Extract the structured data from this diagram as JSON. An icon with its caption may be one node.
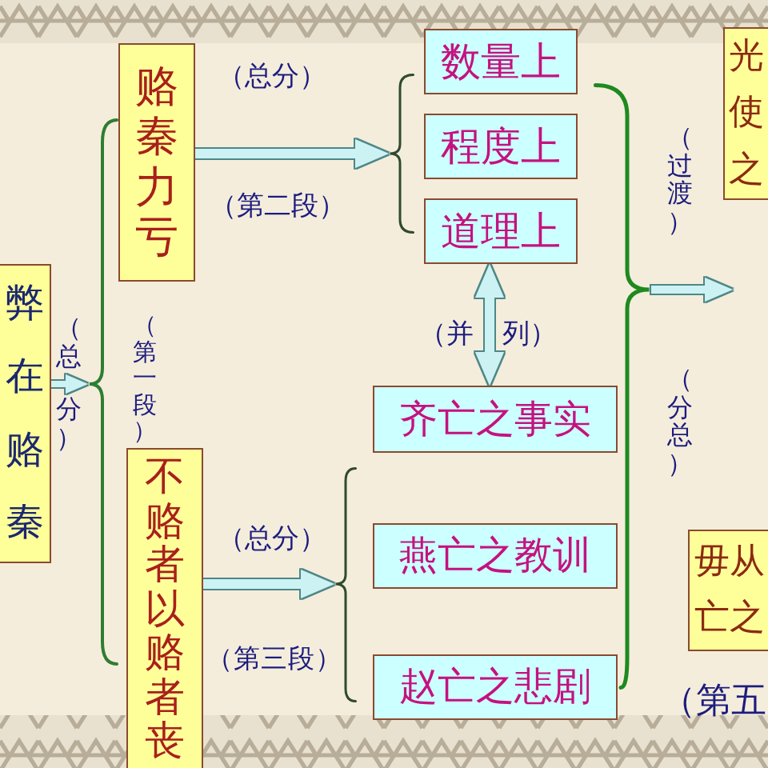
{
  "diagram": {
    "nodes": [
      {
        "text": [
          "弊在赂秦"
        ]
      },
      {
        "text": [],
        "shape": "brace"
      },
      {
        "text": [
          "赂秦力亏"
        ]
      },
      {
        "text": [
          "不赂者以赂者丧"
        ]
      },
      {
        "text": [],
        "shape": "brace"
      },
      {
        "text": [],
        "shape": "brace"
      },
      {
        "text": [
          "数量上"
        ]
      },
      {
        "text": [
          "程度上"
        ]
      },
      {
        "text": [
          "道理上"
        ]
      },
      {
        "text": [
          "齐亡之事实"
        ]
      },
      {
        "text": [
          "燕亡之教训"
        ]
      },
      {
        "text": [
          "赵亡之悲剧"
        ]
      },
      {
        "text": [],
        "shape": "brace"
      },
      {
        "text": [
          "光使之"
        ]
      },
      {
        "text": [
          "毋从亡之"
        ]
      }
    ],
    "edges": [
      {
        "from": 0,
        "to": 1,
        "arrow": "to"
      },
      {
        "from": 2,
        "to": 4,
        "arrow": "to"
      },
      {
        "from": 3,
        "to": 5,
        "arrow": "to"
      },
      {
        "from": 8,
        "to": 9,
        "arrow": "both"
      },
      {
        "from": 12,
        "to": null,
        "arrow": "to"
      }
    ],
    "labels": [
      "（总分）",
      "（第二段）",
      "（过渡）",
      "（总",
      "（第一段）",
      "（并",
      "列）",
      "分）",
      "（分总）",
      "（总分）",
      "（第三段）",
      "（第五"
    ]
  }
}
